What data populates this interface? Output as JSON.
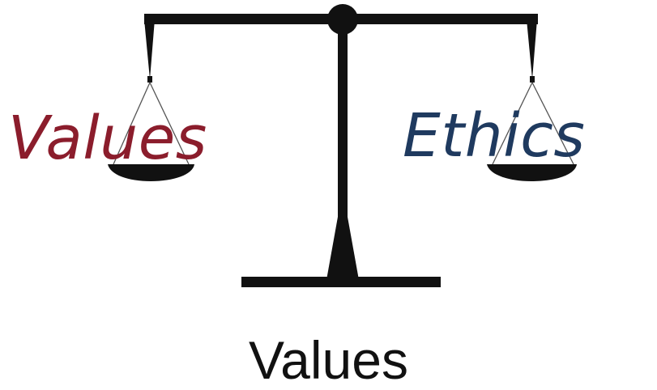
{
  "left_label": {
    "text": "Values",
    "color": "#8B1D2C"
  },
  "right_label": {
    "text": "Ethics",
    "color": "#1F3A5F"
  },
  "caption": "Values"
}
